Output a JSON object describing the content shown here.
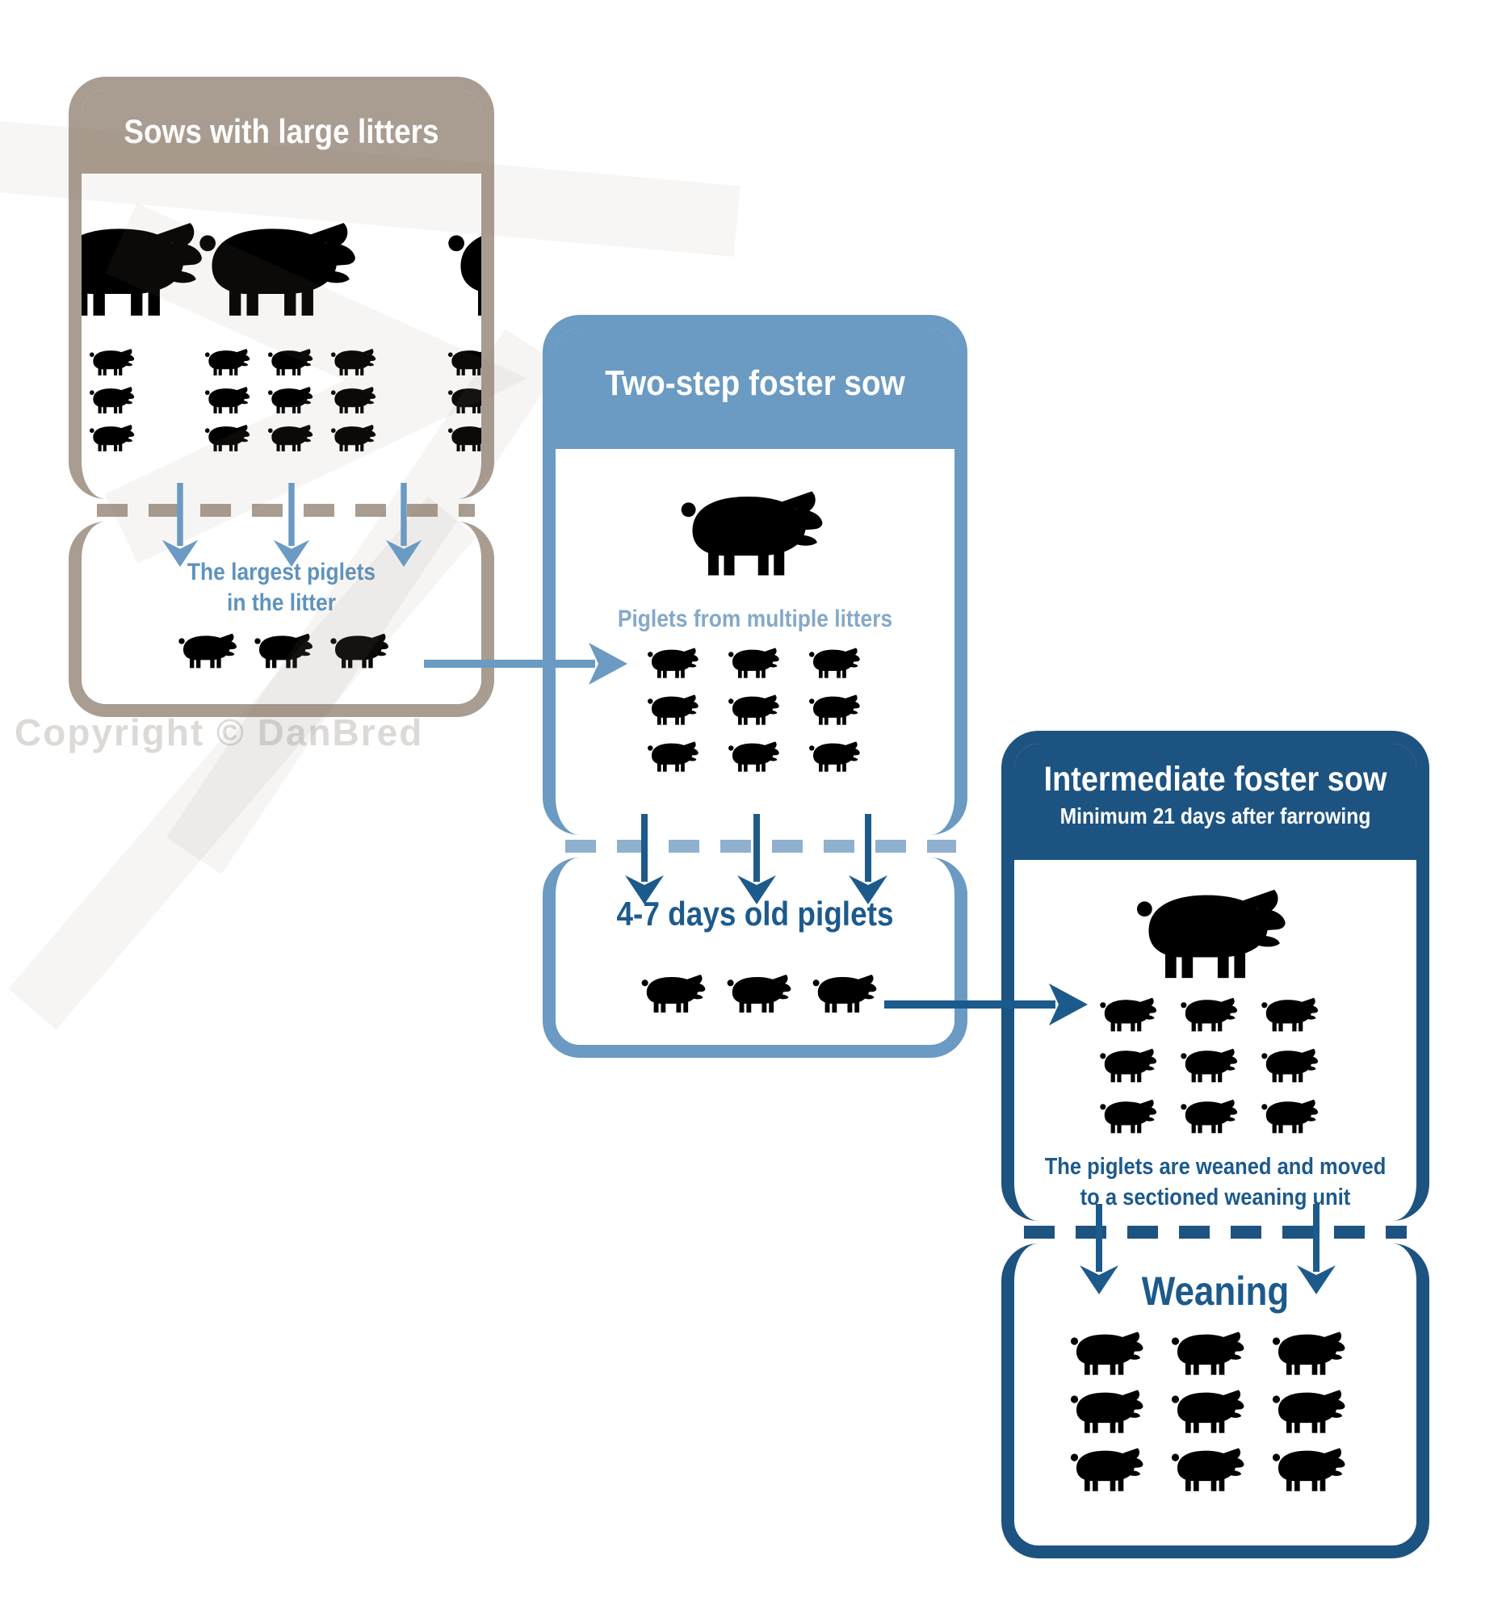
{
  "watermark": {
    "text": "Copyright © DanBred"
  },
  "colors": {
    "taupe": "#a99c90",
    "blue": "#6b9ac2",
    "light": "#8fb0ce",
    "navy_dark": "#16527f",
    "navy": "#1d5a8c",
    "frame_navy": "#1d5381",
    "blue_text": "#5e93bd",
    "light_text": "#84a9c9",
    "watermark_gray": "#dcd9d6"
  },
  "panel1": {
    "title": "Sows with large litters",
    "note_line1": "The largest piglets",
    "note_line2": "in the litter"
  },
  "panel2": {
    "title": "Two-step foster sow",
    "caption": "Piglets from multiple litters",
    "note": "4-7 days old piglets"
  },
  "panel3": {
    "title": "Intermediate foster sow",
    "subtitle": "Minimum 21 days after farrowing",
    "caption_line1": "The piglets are weaned and moved",
    "caption_line2": "to a sectioned weaning unit",
    "note": "Weaning"
  },
  "pigs": {
    "p1_sow": {
      "rows": [
        {
          "color": "taupe",
          "count": 1
        }
      ]
    },
    "p1_litter_side": {
      "rows": [
        {
          "color": "taupe",
          "count": 1
        },
        {
          "color": "taupe",
          "count": 1
        },
        {
          "color": "blue",
          "count": 1
        }
      ]
    },
    "p1_litter_center": {
      "rows": [
        {
          "color": "taupe",
          "count": 3
        },
        {
          "color": "taupe",
          "count": 3
        },
        {
          "color": "blue",
          "count": 3
        }
      ]
    },
    "p1_selected": {
      "rows": [
        {
          "color": "blue",
          "count": 3
        }
      ]
    },
    "p2_sow": {
      "rows": [
        {
          "color": "blue",
          "count": 1
        }
      ]
    },
    "p2_grid": {
      "rows": [
        {
          "color": "light",
          "count": 3
        },
        {
          "color": "light",
          "count": 3
        },
        {
          "color": "navy_dark",
          "count": 3
        }
      ]
    },
    "p2_selected": {
      "rows": [
        {
          "color": "navy_dark",
          "count": 3
        }
      ]
    },
    "p3_sow": {
      "rows": [
        {
          "color": "navy",
          "count": 1
        }
      ]
    },
    "p3_grid": {
      "rows": [
        {
          "color": "navy",
          "count": 3
        },
        {
          "color": "navy",
          "count": 3
        },
        {
          "color": "navy",
          "count": 3
        }
      ]
    },
    "p3_weaned": {
      "rows": [
        {
          "color": "navy",
          "count": 3
        },
        {
          "color": "navy",
          "count": 3
        },
        {
          "color": "navy",
          "count": 3
        }
      ]
    }
  }
}
